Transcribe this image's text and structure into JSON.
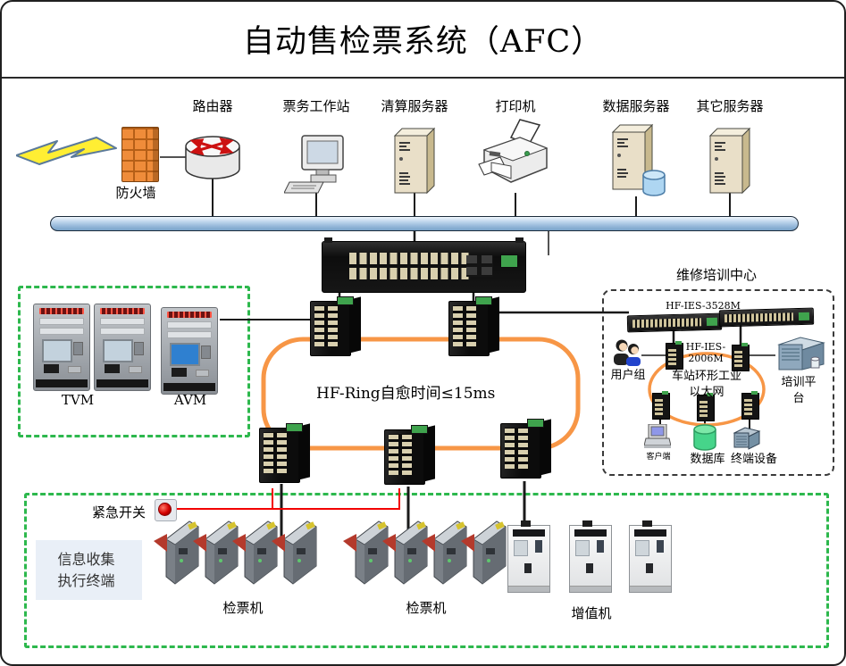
{
  "title": "自动售检票系统（AFC）",
  "top_row": {
    "firewall": "防火墙",
    "router": "路由器",
    "workstation": "票务工作站",
    "clearing_server": "清算服务器",
    "printer": "打印机",
    "data_server": "数据服务器",
    "other_server": "其它服务器"
  },
  "backbone_ring": {
    "label": "HF-Ring自愈时间≤15ms"
  },
  "station_devices": {
    "tvm": "TVM",
    "avm": "AVM"
  },
  "training_center": {
    "title": "维修培训中心",
    "rack_switch_model": "HF-IES-3528M",
    "ring_switch_model": "HF-IES-2006M",
    "user_group": "用户组",
    "ring_network": "车站环形工业以太网",
    "training_platform": "培训平台",
    "client": "客户端",
    "database": "数据库",
    "terminal_device": "终端设备"
  },
  "terminal_area": {
    "emergency_switch": "紧急开关",
    "info_terminal": "信息收集执行终端",
    "gate_machine": "检票机",
    "addvalue_machine": "增值机"
  },
  "colors": {
    "ring_orange": "#F79646",
    "bus_blue": "#A9C8E4",
    "dashed_green": "#2DB84D",
    "emergency_red": "#F20000"
  }
}
